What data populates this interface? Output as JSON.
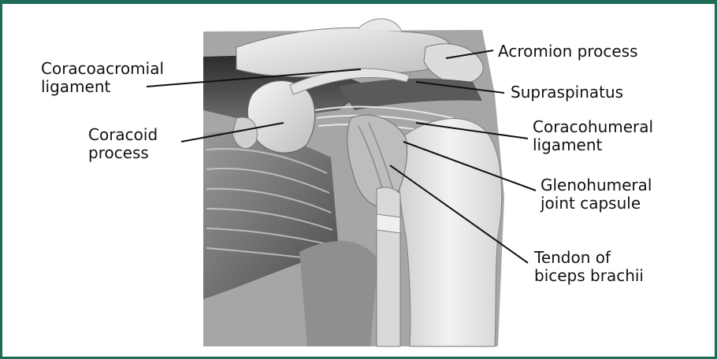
{
  "colors": {
    "frame_border": "#1f6b57",
    "background": "#ffffff",
    "label_text": "#111111"
  },
  "illustration": {
    "name": "shoulder-anatomy-drawing"
  },
  "labels": {
    "coracoacromial_ligament": [
      "Coracoacromial",
      "ligament"
    ],
    "coracoid_process": [
      "Coracoid",
      "process"
    ],
    "acromion_process": [
      "Acromion process"
    ],
    "supraspinatus": [
      "Supraspinatus"
    ],
    "coracohumeral_ligament": [
      "Coracohumeral",
      "ligament"
    ],
    "glenohumeral_joint_capsule": [
      "Glenohumeral",
      "joint capsule"
    ],
    "tendon_of_biceps_brachii": [
      "Tendon of",
      "biceps brachii"
    ]
  }
}
